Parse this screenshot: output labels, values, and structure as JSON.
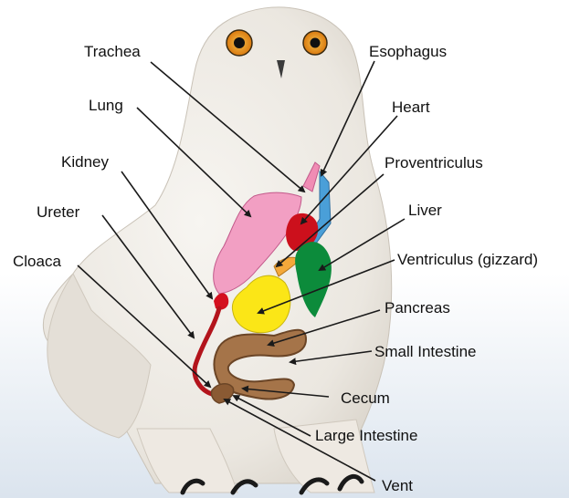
{
  "labels": {
    "trachea": "Trachea",
    "lung": "Lung",
    "kidney": "Kidney",
    "ureter": "Ureter",
    "cloaca": "Cloaca",
    "esophagus": "Esophagus",
    "heart": "Heart",
    "proventriculus": "Proventriculus",
    "liver": "Liver",
    "ventriculus": "Ventriculus (gizzard)",
    "pancreas": "Pancreas",
    "small_intestine": "Small Intestine",
    "cecum": "Cecum",
    "large_intestine": "Large Intestine",
    "vent": "Vent"
  },
  "colors": {
    "background": "#ffffff",
    "sky": "#dde6f0",
    "owl_body": "#f1eee9",
    "owl_shadow": "#d2ccc3",
    "eye_iris": "#e99a1c",
    "trachea": "#f08cb4",
    "lung": "#f29fc3",
    "kidney": "#d4101f",
    "ureter": "#b3141c",
    "esophagus": "#4a9fd8",
    "heart": "#cc101c",
    "proventriculus": "#f4a83a",
    "liver": "#0c8b3b",
    "ventriculus": "#fbe617",
    "pancreas": "#e8a24a",
    "intestine": "#a57449",
    "intestine_outline": "#6b4526",
    "leader_line": "#1a1a1a"
  }
}
